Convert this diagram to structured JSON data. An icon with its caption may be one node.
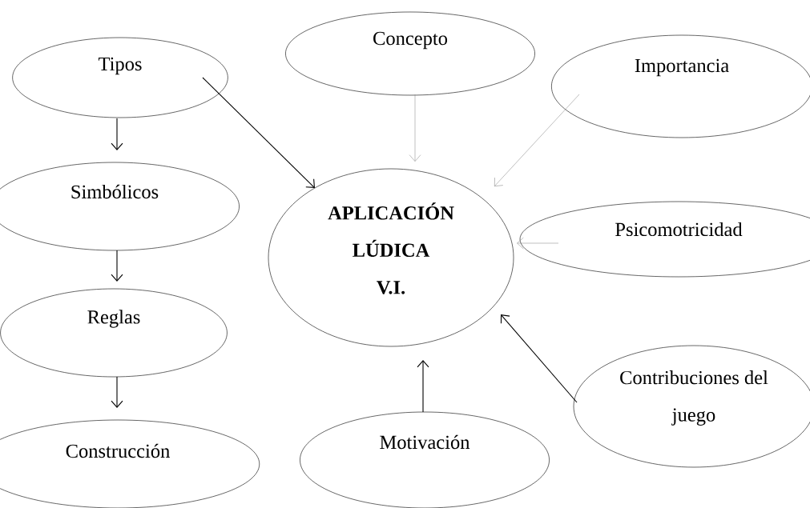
{
  "diagram": {
    "nodes": [
      {
        "text": [
          "Tipos"
        ]
      },
      {
        "text": [
          "Concepto"
        ]
      },
      {
        "text": [
          "Importancia"
        ]
      },
      {
        "text": [
          "APLICACIÓN LÚDICA V.I."
        ]
      },
      {
        "text": [
          "Simbólicos"
        ]
      },
      {
        "text": [
          "Psicomotricidad"
        ]
      },
      {
        "text": [
          "Reglas"
        ]
      },
      {
        "text": [
          "Contribuciones del juego"
        ]
      },
      {
        "text": [
          "Construcción"
        ]
      },
      {
        "text": [
          "Motivación"
        ]
      }
    ],
    "edges": [
      {
        "from": 0,
        "to": 4,
        "arrow": "to"
      },
      {
        "from": 4,
        "to": 6,
        "arrow": "to"
      },
      {
        "from": 6,
        "to": 8,
        "arrow": "to"
      },
      {
        "from": 0,
        "to": 3,
        "arrow": "to"
      },
      {
        "from": 1,
        "to": 3,
        "arrow": "to",
        "color": "#808080"
      },
      {
        "from": 2,
        "to": 3,
        "arrow": "to",
        "color": "#808080"
      },
      {
        "from": 5,
        "to": 3,
        "arrow": "to",
        "color": "#808080"
      },
      {
        "from": 7,
        "to": 3,
        "arrow": "to"
      },
      {
        "from": 9,
        "to": 3,
        "arrow": "to"
      }
    ]
  }
}
